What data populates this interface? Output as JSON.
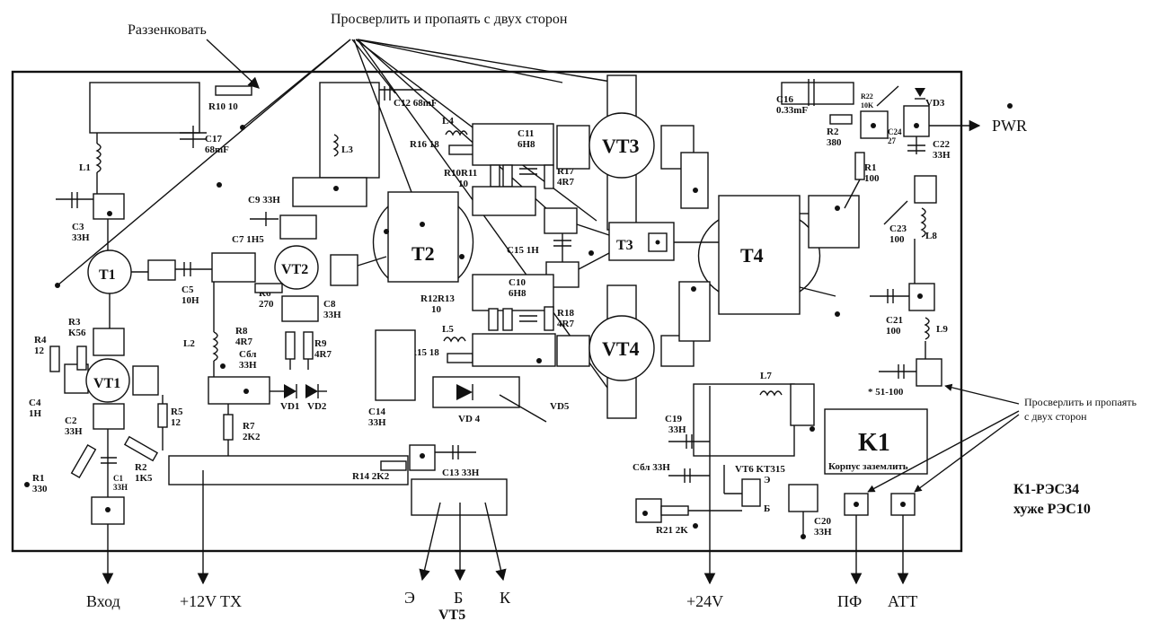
{
  "notes": {
    "countersink": "Раззенковать",
    "drill_top": "Просверлить и пропаять с двух сторон",
    "drill_right_1": "Просверлить и пропаять",
    "drill_right_2": "с двух сторон",
    "relay_note_1": "К1-РЭС34",
    "relay_note_2": "хуже РЭС10",
    "relay_body": "Корпус заземлить"
  },
  "ports": {
    "input": "Вход",
    "v12": "+12V TX",
    "vt5_e": "Э",
    "vt5_b": "Б",
    "vt5_k": "К",
    "vt5": "VT5",
    "v24": "+24V",
    "pf": "ПФ",
    "att": "АТТ",
    "pwr": "PWR"
  },
  "transistors": {
    "vt1": "VT1",
    "vt2": "VT2",
    "vt3": "VT3",
    "vt4": "VT4"
  },
  "transformers": {
    "t1": "T1",
    "t2": "T2",
    "t3": "T3",
    "t4": "T4",
    "k1": "K1"
  },
  "components": {
    "r10a": "R10  10",
    "c17": "C17",
    "c17v": "68mF",
    "c12": "C12 68mF",
    "l3": "L3",
    "l4": "L4",
    "r16": "R16 18",
    "c11": "C11",
    "c11v": "6H8",
    "r10r11": "R10R11",
    "r10r11v": "10",
    "r17": "R17",
    "r17v": "4R7",
    "c16": "C16",
    "c16v": "0.33mF",
    "r22": "R22",
    "r22v": "10K",
    "vd3": "VD3",
    "r2a": "R2",
    "r2av": "380",
    "c24": "C24",
    "c24v": "27",
    "c22": "C22",
    "c22v": "33H",
    "r1a": "R1",
    "r1av": "100",
    "c23": "C23",
    "c23v": "100",
    "l8": "L8",
    "c21": "C21",
    "c21v": "100",
    "l9": "L9",
    "c51": "* 51-100",
    "l1": "L1",
    "c3": "C3",
    "c3v": "33H",
    "c9": "C9 33H",
    "c7": "C7 1H5",
    "c5": "C5",
    "c5v": "10H",
    "r6": "R6",
    "r6v": "270",
    "c8": "C8",
    "c8v": "33H",
    "r8": "R8",
    "r8v": "4R7",
    "r9": "R9",
    "r9v": "4R7",
    "c15": "C15 1H",
    "c10": "C10",
    "c10v": "6H8",
    "r12r13": "R12R13",
    "r12r13v": "10",
    "r18": "R18",
    "r18v": "4R7",
    "l5": "L5",
    "r15": "R15 18",
    "r3": "R3",
    "r3v": "K56",
    "r4": "R4",
    "r4v": "12",
    "l2": "L2",
    "csbl1": "Сбл",
    "csbl1v": "33H",
    "vd1": "VD1",
    "vd2": "VD2",
    "c4": "C4",
    "c4v": "1H",
    "c2": "C2",
    "c2v": "33H",
    "r5": "R5",
    "r5v": "12",
    "r7": "R7",
    "r7v": "2K2",
    "c14": "C14",
    "c14v": "33H",
    "vd4": "VD 4",
    "vd5": "VD5",
    "r1b": "R1",
    "r1bv": "330",
    "c1": "C1",
    "c1v": "33H",
    "r2b": "R2",
    "r2bv": "1K5",
    "r14": "R14  2K2",
    "c13": "C13 33H",
    "l7": "L7",
    "c19": "C19",
    "c19v": "33H",
    "csbl2": "Сбл 33H",
    "vt6": "VT6 KT315",
    "vt6e": "Э",
    "vt6b": "Б",
    "r21": "R21 2K",
    "c20": "C20",
    "c20v": "33H"
  }
}
